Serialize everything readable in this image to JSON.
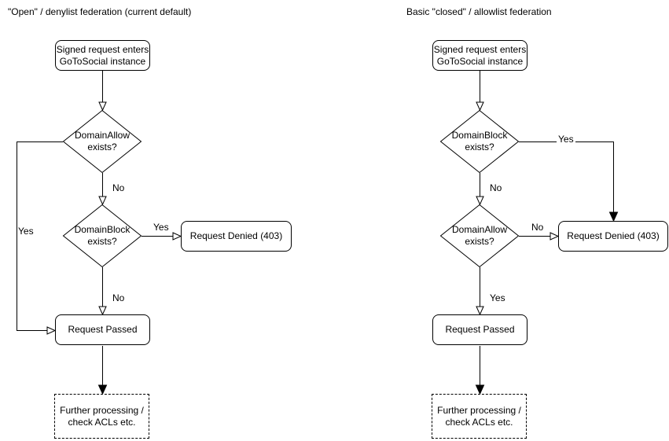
{
  "flows": [
    {
      "title": "\"Open\" / denylist federation (current default)",
      "start": "Signed request enters\nGoToSocial instance",
      "decision1": "DomainAllow\nexists?",
      "decision2": "DomainBlock\nexists?",
      "denied": "Request Denied (403)",
      "passed": "Request Passed",
      "further": "Further processing /\ncheck ACLs etc.",
      "labels": {
        "d1_branch": "Yes",
        "d1_down": "No",
        "d2_branch": "Yes",
        "d2_down": "No"
      }
    },
    {
      "title": "Basic \"closed\" / allowlist federation",
      "start": "Signed request enters\nGoToSocial instance",
      "decision1": "DomainBlock\nexists?",
      "decision2": "DomainAllow\nexists?",
      "denied": "Request Denied (403)",
      "passed": "Request Passed",
      "further": "Further processing /\ncheck ACLs etc.",
      "labels": {
        "d1_branch": "Yes",
        "d1_down": "No",
        "d2_branch": "No",
        "d2_down": "Yes"
      }
    }
  ],
  "colors": {
    "line": "#000000",
    "node_fill": "#ffffff",
    "text": "#000000",
    "background": "#ffffff"
  }
}
